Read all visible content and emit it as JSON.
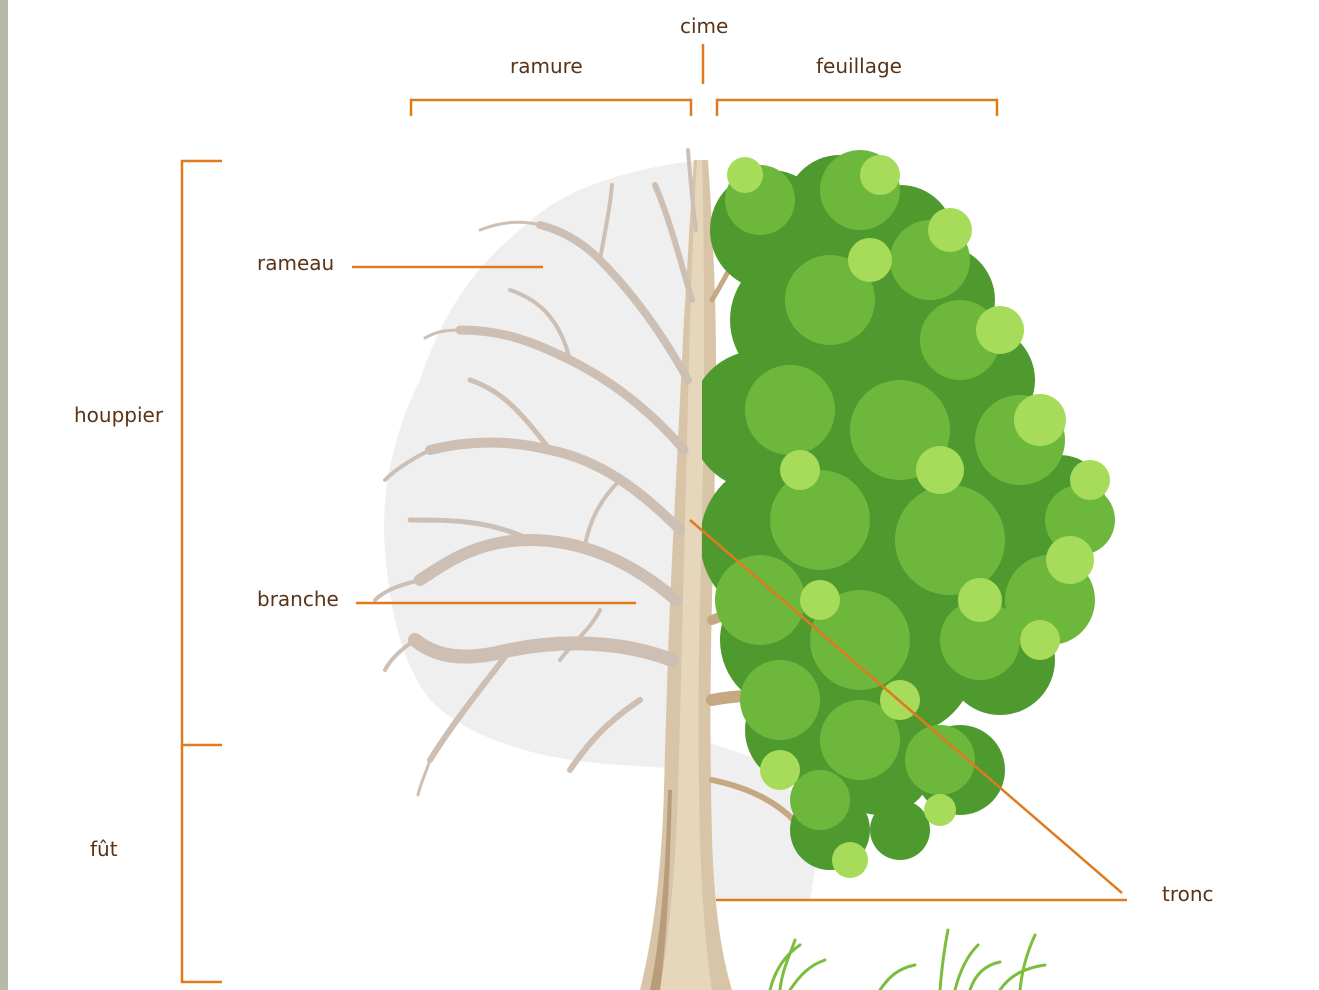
{
  "labels": {
    "cime": "cime",
    "ramure": "ramure",
    "feuillage": "feuillage",
    "rameau": "rameau",
    "houppier": "houppier",
    "branche": "branche",
    "fut": "fût",
    "tronc": "tronc"
  },
  "colors": {
    "leader_line": "#e07a1f",
    "label_text": "#5a3416",
    "bark_light": "#d8c4a6",
    "bark_mid": "#b89c7c",
    "bark_dark": "#8f7760",
    "bare_branch": "#cdbfb3",
    "foliage_dark": "#4f9a2f",
    "foliage_mid": "#6db83c",
    "foliage_light": "#a6dc5a",
    "grass": "#7bbd3d",
    "rail": "#b9b9a8"
  }
}
